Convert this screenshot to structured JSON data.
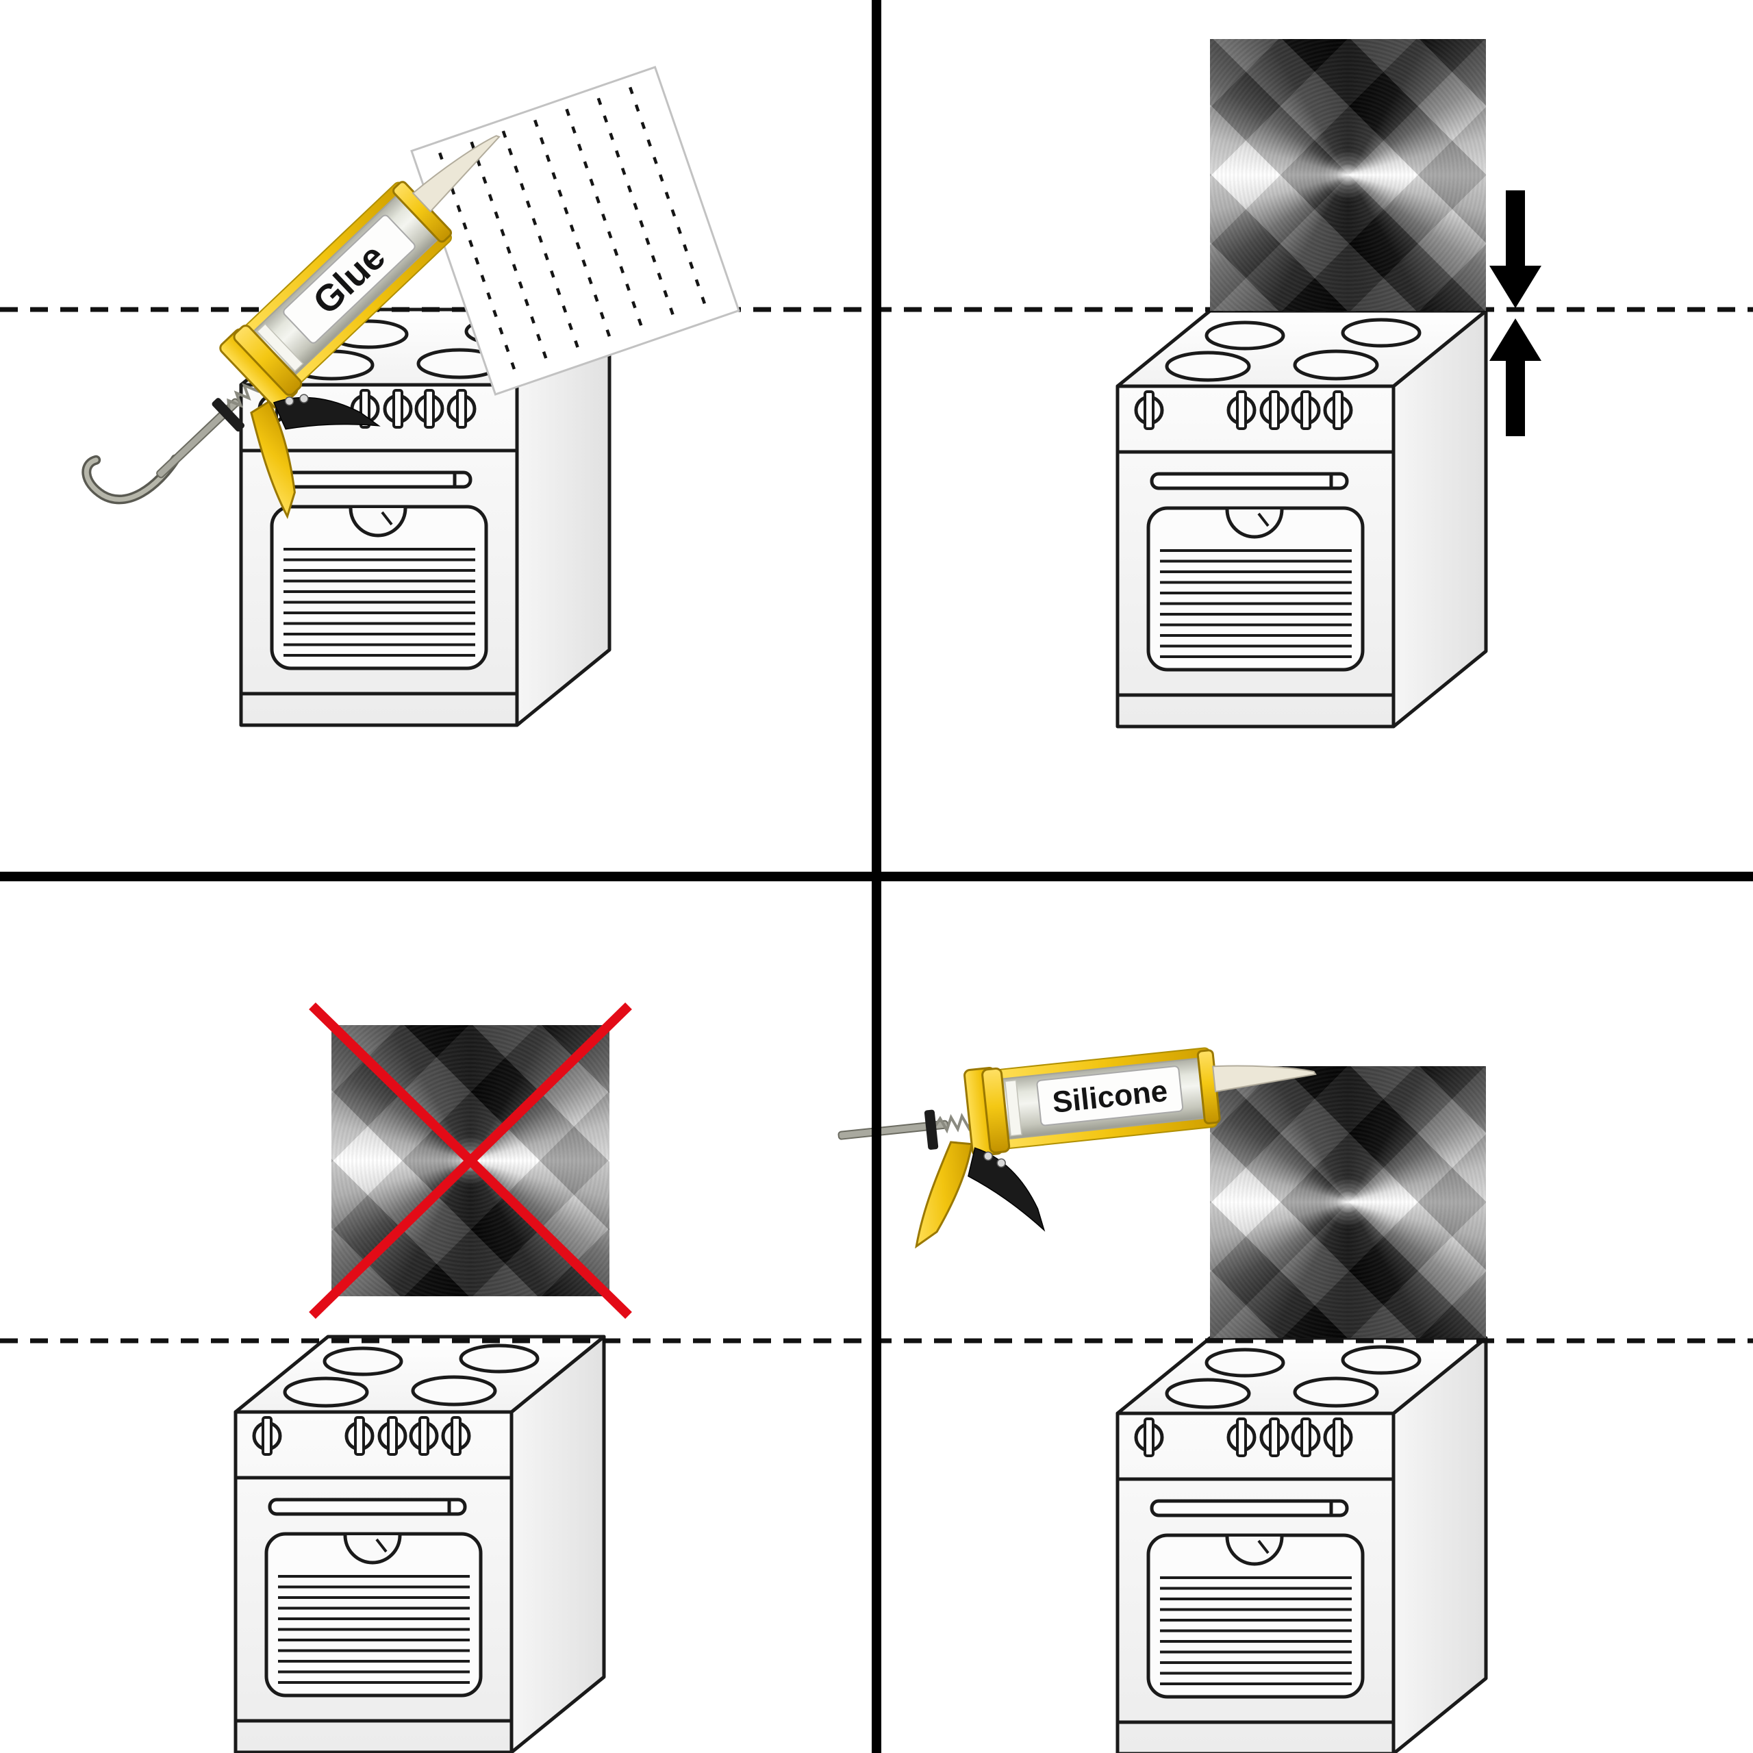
{
  "figure": {
    "type": "instructional-diagram",
    "rows": 2,
    "cols": 2,
    "subject": "mounting a metal backsplash panel above a stove"
  },
  "labels": {
    "glue": "Glue",
    "silicone": "Silicone"
  },
  "colors": {
    "gun_yellow": "#f6c913",
    "gun_yellow_dark": "#c99a00",
    "gun_yellow_edge": "#9a7800",
    "red_x": "#e30b17",
    "line_black": "#111111",
    "stove_outline": "#1a1a1a",
    "nozzle": "#ece7d7",
    "tube_gray": "#d3d4cc"
  },
  "quadrants": [
    {
      "id": "top-left",
      "items": [
        "caulk-gun-glue",
        "panel-back-with-glue-lines",
        "stove",
        "dashed-level-line"
      ]
    },
    {
      "id": "top-right",
      "items": [
        "metal-panel",
        "press-arrows",
        "stove",
        "dashed-level-line"
      ]
    },
    {
      "id": "bottom-left",
      "items": [
        "metal-panel-crossed-out",
        "red-x",
        "stove",
        "dashed-level-line"
      ]
    },
    {
      "id": "bottom-right",
      "items": [
        "caulk-gun-silicone",
        "metal-panel",
        "stove",
        "dashed-level-line"
      ]
    }
  ]
}
